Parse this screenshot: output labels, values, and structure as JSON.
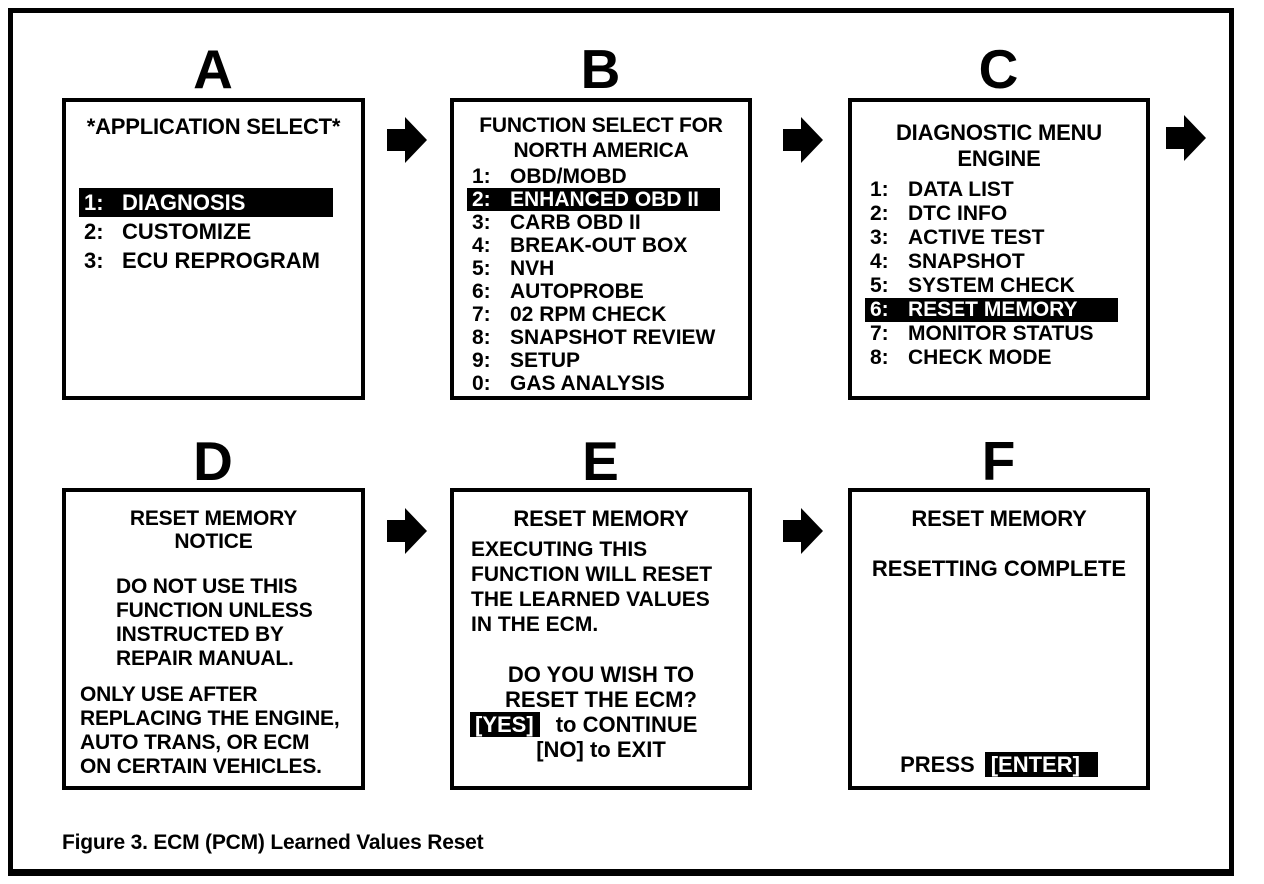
{
  "caption": "Figure 3. ECM (PCM) Learned Values Reset",
  "colors": {
    "foreground": "#000000",
    "background": "#ffffff"
  },
  "panelA": {
    "label": "A",
    "title": "*APPLICATION SELECT*",
    "items": [
      {
        "num": "1:",
        "text": "DIAGNOSIS",
        "highlighted": true
      },
      {
        "num": "2:",
        "text": "CUSTOMIZE",
        "highlighted": false
      },
      {
        "num": "3:",
        "text": "ECU REPROGRAM",
        "highlighted": false
      }
    ]
  },
  "panelB": {
    "label": "B",
    "title1": "FUNCTION SELECT FOR",
    "title2": "NORTH AMERICA",
    "items": [
      {
        "num": "1:",
        "text": "OBD/MOBD",
        "highlighted": false
      },
      {
        "num": "2:",
        "text": "ENHANCED OBD II",
        "highlighted": true
      },
      {
        "num": "3:",
        "text": "CARB OBD II",
        "highlighted": false
      },
      {
        "num": "4:",
        "text": "BREAK-OUT BOX",
        "highlighted": false
      },
      {
        "num": "5:",
        "text": "NVH",
        "highlighted": false
      },
      {
        "num": "6:",
        "text": "AUTOPROBE",
        "highlighted": false
      },
      {
        "num": "7:",
        "text": "02 RPM CHECK",
        "highlighted": false
      },
      {
        "num": "8:",
        "text": "SNAPSHOT REVIEW",
        "highlighted": false
      },
      {
        "num": "9:",
        "text": "SETUP",
        "highlighted": false
      },
      {
        "num": "0:",
        "text": "GAS ANALYSIS",
        "highlighted": false
      }
    ]
  },
  "panelC": {
    "label": "C",
    "title1": "DIAGNOSTIC MENU",
    "title2": "ENGINE",
    "items": [
      {
        "num": "1:",
        "text": "DATA LIST",
        "highlighted": false
      },
      {
        "num": "2:",
        "text": "DTC INFO",
        "highlighted": false
      },
      {
        "num": "3:",
        "text": "ACTIVE TEST",
        "highlighted": false
      },
      {
        "num": "4:",
        "text": "SNAPSHOT",
        "highlighted": false
      },
      {
        "num": "5:",
        "text": "SYSTEM CHECK",
        "highlighted": false
      },
      {
        "num": "6:",
        "text": "RESET MEMORY",
        "highlighted": true
      },
      {
        "num": "7:",
        "text": "MONITOR STATUS",
        "highlighted": false
      },
      {
        "num": "8:",
        "text": "CHECK MODE",
        "highlighted": false
      }
    ]
  },
  "panelD": {
    "label": "D",
    "title1": "RESET MEMORY",
    "title2": "NOTICE",
    "para1": [
      "DO NOT USE THIS",
      "FUNCTION UNLESS",
      "INSTRUCTED BY",
      "REPAIR MANUAL."
    ],
    "para2": [
      "ONLY USE AFTER",
      "REPLACING THE ENGINE,",
      "AUTO TRANS, OR ECM",
      "ON CERTAIN VEHICLES."
    ]
  },
  "panelE": {
    "label": "E",
    "title": "RESET MEMORY",
    "body": [
      "EXECUTING THIS",
      "FUNCTION WILL RESET",
      "THE LEARNED VALUES",
      "IN THE ECM."
    ],
    "question1": "DO YOU WISH TO",
    "question2": "RESET THE ECM?",
    "yes_key": "[YES]",
    "yes_action": "to CONTINUE",
    "no_line": "[NO] to EXIT"
  },
  "panelF": {
    "label": "F",
    "title": "RESET MEMORY",
    "status": "RESETTING COMPLETE",
    "press_label": "PRESS",
    "enter_key": "[ENTER]"
  }
}
